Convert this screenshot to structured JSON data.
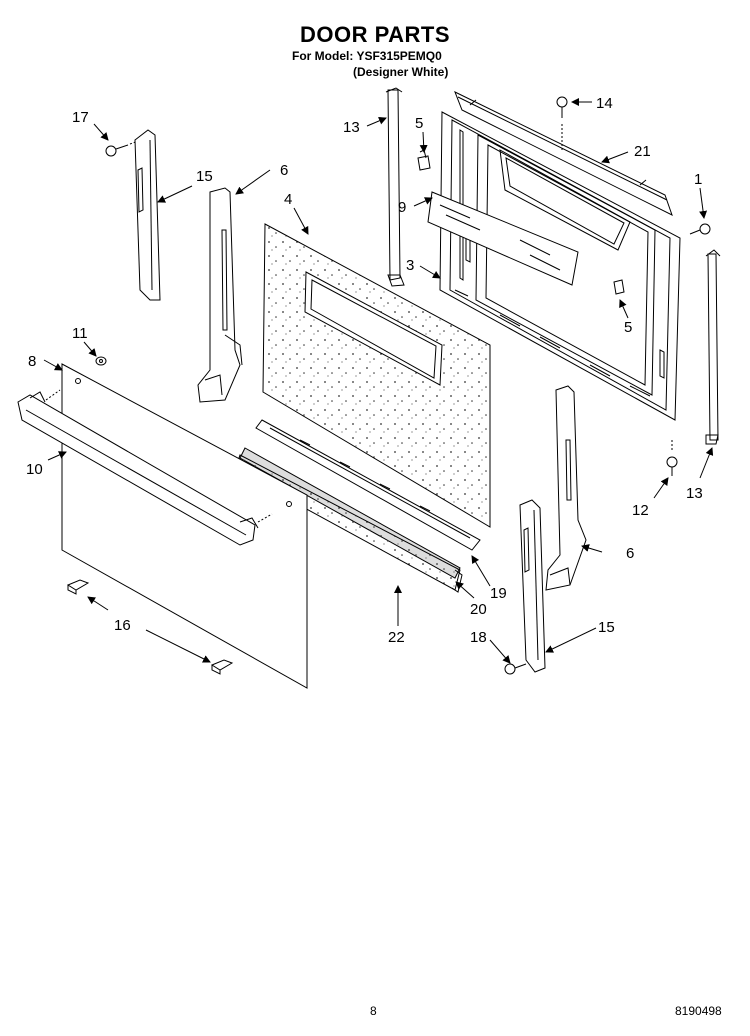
{
  "header": {
    "title": "DOOR PARTS",
    "model_line": "For Model: YSF315PEMQ0",
    "variant_line": "(Designer White)"
  },
  "callouts": {
    "c1": "1",
    "c3": "3",
    "c4": "4",
    "c5a": "5",
    "c5b": "5",
    "c6a": "6",
    "c6b": "6",
    "c8": "8",
    "c9": "9",
    "c10": "10",
    "c11": "11",
    "c12": "12",
    "c13a": "13",
    "c13b": "13",
    "c14": "14",
    "c15a": "15",
    "c15b": "15",
    "c16": "16",
    "c17": "17",
    "c18": "18",
    "c19": "19",
    "c20": "20",
    "c21": "21",
    "c22": "22"
  },
  "footer": {
    "page_number": "8",
    "doc_number": "8190498"
  }
}
